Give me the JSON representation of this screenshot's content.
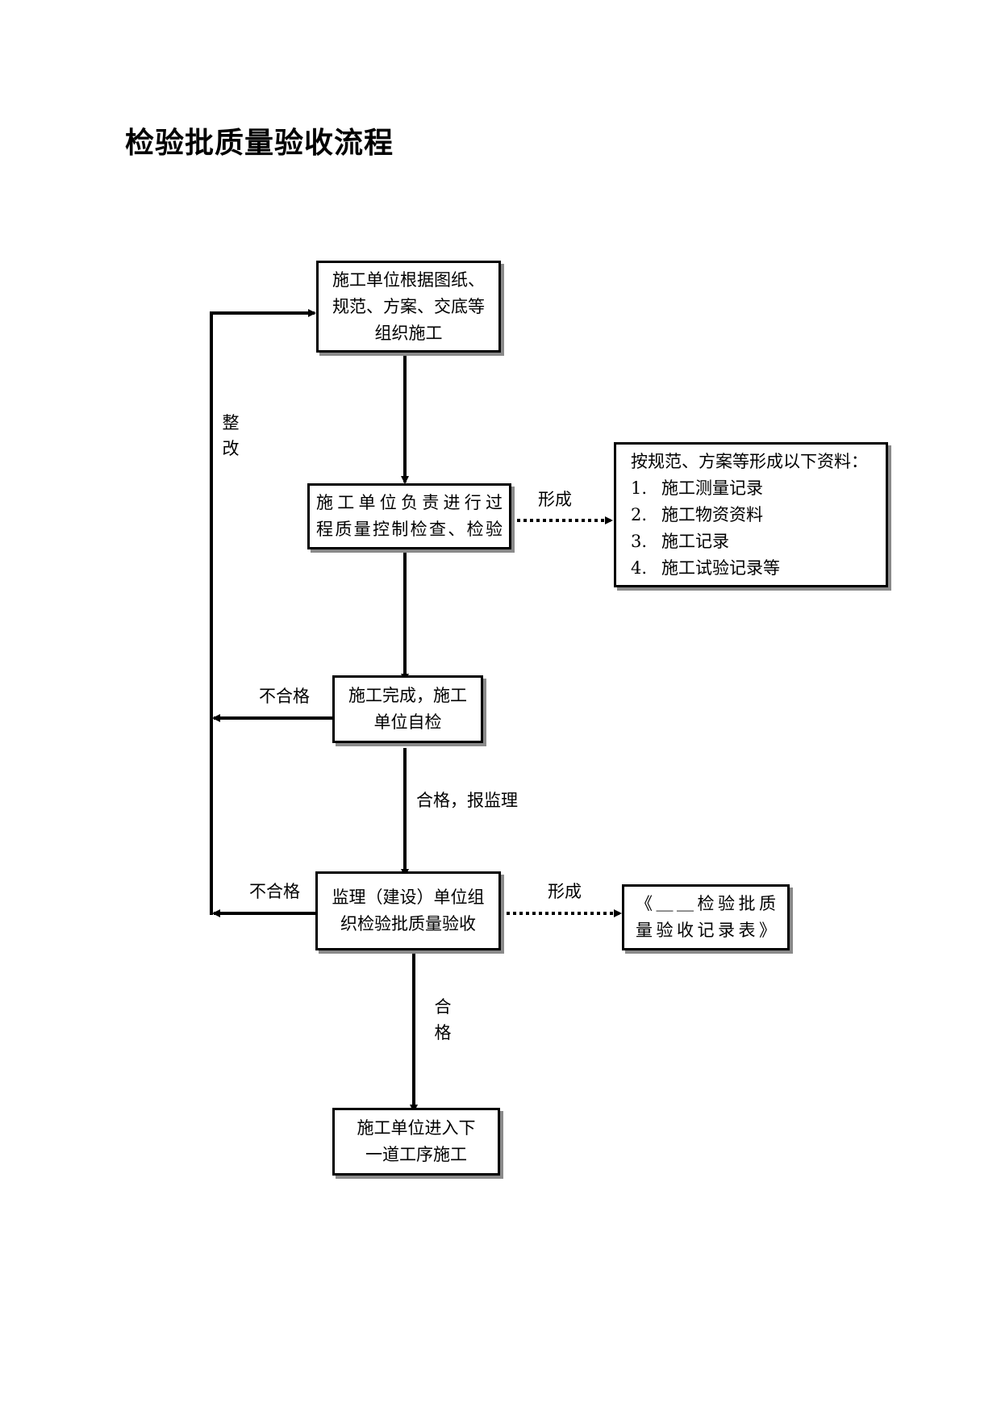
{
  "title": "检验批质量验收流程",
  "nodes": {
    "start": {
      "lines": [
        "施工单位根据图纸、",
        "规范、方案、交底等",
        "组织施工"
      ]
    },
    "process_check": {
      "lines": [
        "施工单位负责进行过",
        "程质量控制检查、检验"
      ]
    },
    "records": {
      "heading": "按规范、方案等形成以下资料：",
      "items": [
        {
          "num": "1.",
          "text": "施工测量记录"
        },
        {
          "num": "2.",
          "text": "施工物资资料"
        },
        {
          "num": "3.",
          "text": "施工记录"
        },
        {
          "num": "4.",
          "text": "施工试验记录等"
        }
      ]
    },
    "self_check": {
      "lines": [
        "施工完成，施工",
        "单位自检"
      ]
    },
    "supervision": {
      "lines": [
        "监理（建设）单位组",
        "织检验批质量验收"
      ]
    },
    "record_form": {
      "lines": [
        "《＿＿检验批质",
        "量验收记录表》"
      ]
    },
    "next_step": {
      "lines": [
        "施工单位进入下",
        "一道工序施工"
      ]
    }
  },
  "edge_labels": {
    "rectify": [
      "整",
      "改"
    ],
    "form_1": "形成",
    "fail_1": "不合格",
    "pass_report": "合格，报监理",
    "fail_2": "不合格",
    "form_2": "形成",
    "pass": [
      "合",
      "格"
    ]
  }
}
